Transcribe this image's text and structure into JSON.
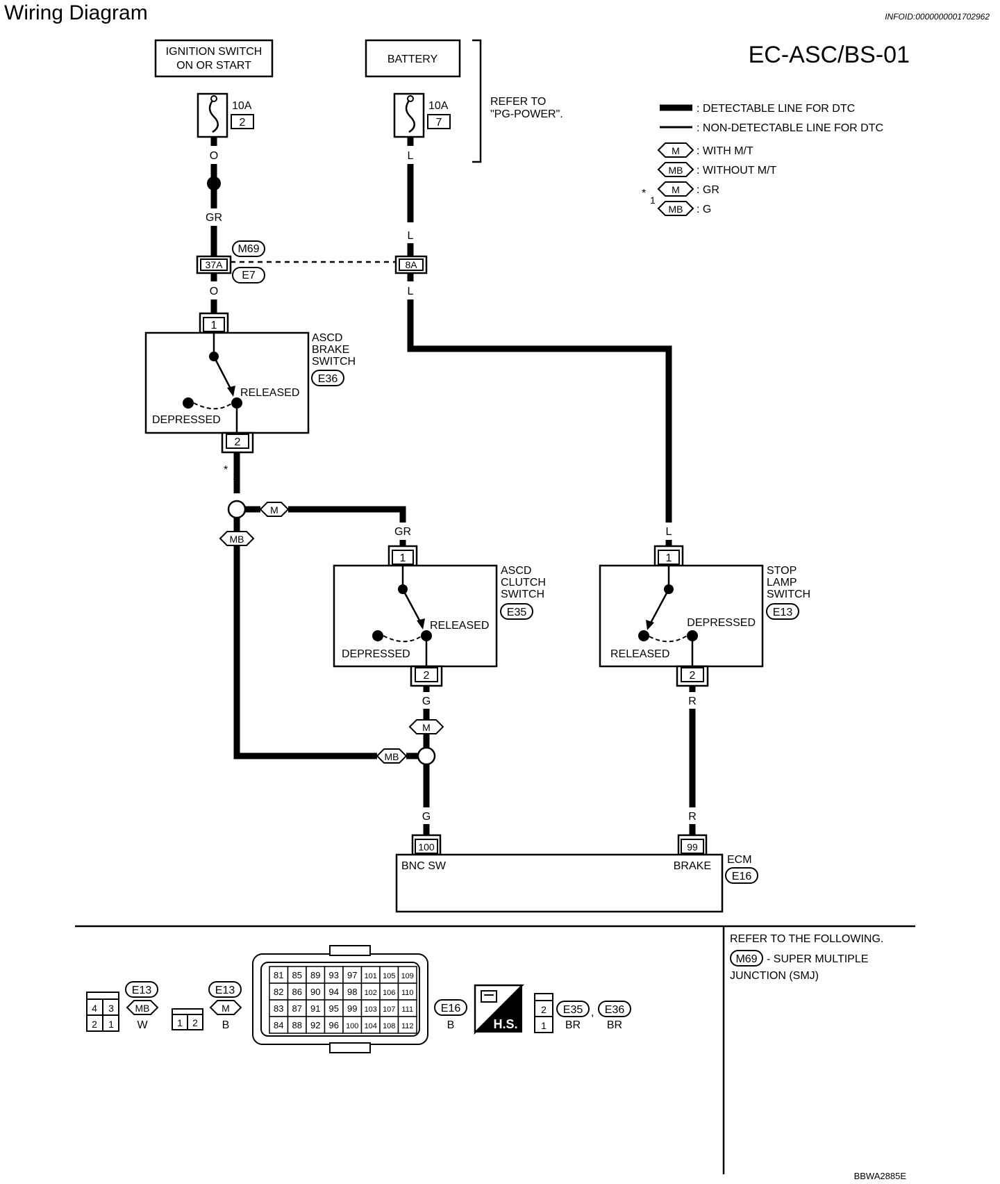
{
  "header": {
    "title": "Wiring Diagram",
    "info_id": "INFOID:0000000001702962",
    "diagram_code": "EC-ASC/BS-01"
  },
  "legend": {
    "detectable": ": DETECTABLE LINE FOR DTC",
    "non_detectable": ": NON-DETECTABLE LINE FOR DTC",
    "with_mt_tag": "M",
    "with_mt": ": WITH M/T",
    "without_mt_tag": "MB",
    "without_mt": ": WITHOUT M/T",
    "star": "*",
    "star_sub": "1",
    "gr_tag": "M",
    "gr": ": GR",
    "g_tag": "MB",
    "g": ": G"
  },
  "power": {
    "ign_line1": "IGNITION SWITCH",
    "ign_line2": "ON OR START",
    "battery": "BATTERY",
    "fuse_rating": "10A",
    "fuse_ign_no": "2",
    "fuse_bat_no": "7",
    "refer_line1": "REFER TO",
    "refer_line2": "\"PG-POWER\"."
  },
  "wires": {
    "o": "O",
    "gr": "GR",
    "l": "L",
    "g": "G",
    "r": "R"
  },
  "connectors": {
    "m69": "M69",
    "e7": "E7",
    "pin37a": "37A",
    "pin8a": "8A",
    "pin1": "1",
    "pin2": "2",
    "pin100": "100",
    "pin99": "99",
    "m_tag": "M",
    "mb_tag": "MB"
  },
  "brake_switch": {
    "name1": "ASCD",
    "name2": "BRAKE",
    "name3": "SWITCH",
    "conn": "E36",
    "released": "RELEASED",
    "depressed": "DEPRESSED"
  },
  "clutch_switch": {
    "name1": "ASCD",
    "name2": "CLUTCH",
    "name3": "SWITCH",
    "conn": "E35",
    "released": "RELEASED",
    "depressed": "DEPRESSED"
  },
  "stop_lamp": {
    "name1": "STOP",
    "name2": "LAMP",
    "name3": "SWITCH",
    "conn": "E13",
    "released": "RELEASED",
    "depressed": "DEPRESSED"
  },
  "ecm": {
    "name": "ECM",
    "conn": "E16",
    "bnc_sw": "BNC SW",
    "brake": "BRAKE"
  },
  "footer": {
    "e13": "E13",
    "mb": "MB",
    "m": "M",
    "w": "W",
    "b": "B",
    "e16": "E16",
    "hs": "H.S.",
    "e35": "E35",
    "e36": "E36",
    "br": "BR",
    "comma": ",",
    "refer_line1": "REFER TO THE FOLLOWING.",
    "refer_m69": "M69",
    "refer_line2": "- SUPER MULTIPLE",
    "refer_line3": "JUNCTION (SMJ)",
    "code": "BBWA2885E",
    "conn_pins_a": [
      "4",
      "3",
      "2",
      "1"
    ],
    "conn_pins_b": [
      "1",
      "2"
    ],
    "conn_pins_c": [
      "2",
      "1"
    ],
    "ecm_pins": [
      [
        "81",
        "85",
        "89",
        "93",
        "97",
        "101",
        "105",
        "109"
      ],
      [
        "82",
        "86",
        "90",
        "94",
        "98",
        "102",
        "106",
        "110"
      ],
      [
        "83",
        "87",
        "91",
        "95",
        "99",
        "103",
        "107",
        "111"
      ],
      [
        "84",
        "88",
        "92",
        "96",
        "100",
        "104",
        "108",
        "112"
      ]
    ]
  }
}
